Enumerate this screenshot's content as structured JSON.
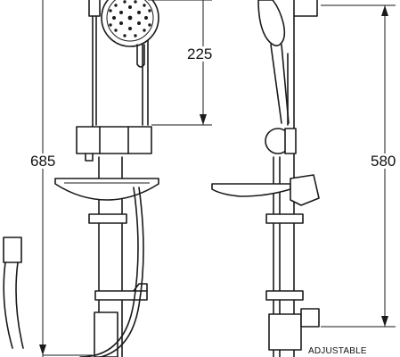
{
  "dimensions": {
    "head_to_clamp": "225",
    "overall_height": "685",
    "adjustable_range": "580"
  },
  "notes": {
    "adjustable": "ADJUSTABLE"
  }
}
